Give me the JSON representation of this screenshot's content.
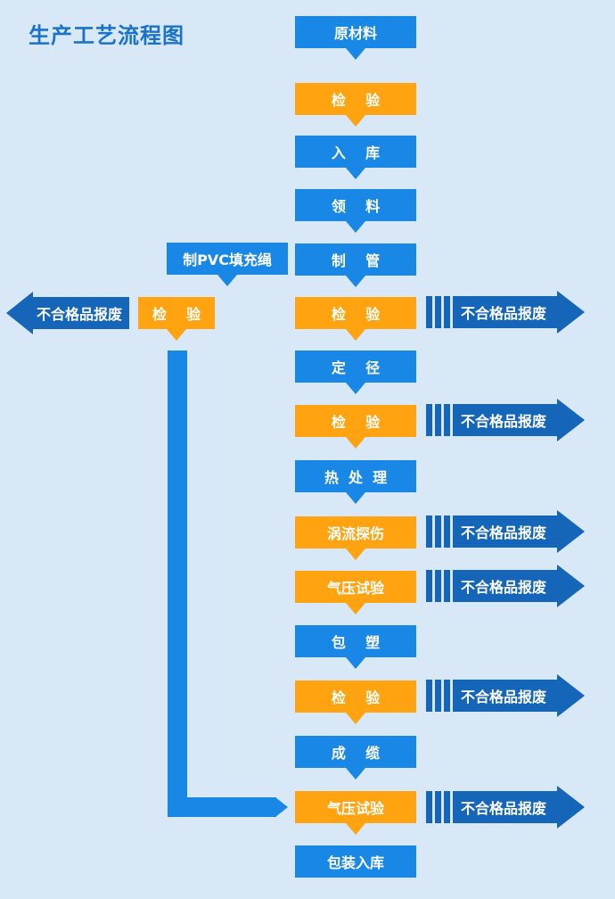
{
  "title": "生产工艺流程图",
  "steps": [
    {
      "label": "原材料",
      "color": "blue"
    },
    {
      "label": "检    验",
      "color": "orange"
    },
    {
      "label": "入    库",
      "color": "blue"
    },
    {
      "label": "领    料",
      "color": "blue"
    },
    {
      "label": "制    管",
      "color": "blue"
    },
    {
      "label": "检    验",
      "color": "orange"
    },
    {
      "label": "定    径",
      "color": "blue"
    },
    {
      "label": "检    验",
      "color": "orange"
    },
    {
      "label": "热  处  理",
      "color": "blue"
    },
    {
      "label": "涡流探伤",
      "color": "orange"
    },
    {
      "label": "气压试验",
      "color": "orange"
    },
    {
      "label": "包    塑",
      "color": "blue"
    },
    {
      "label": "检    验",
      "color": "orange"
    },
    {
      "label": "成    缆",
      "color": "blue"
    },
    {
      "label": "气压试验",
      "color": "orange"
    },
    {
      "label": "包装入库",
      "color": "blue"
    }
  ],
  "side_branch": {
    "label": "制PVC填充绳",
    "inspect_label": "检    验",
    "reject_label": "不合格品报废"
  },
  "reject_label": "不合格品报废",
  "colors": {
    "blue": "#1987e6",
    "orange": "#ffa310",
    "dark_blue": "#1565b8",
    "background": "#d8e8f6"
  }
}
